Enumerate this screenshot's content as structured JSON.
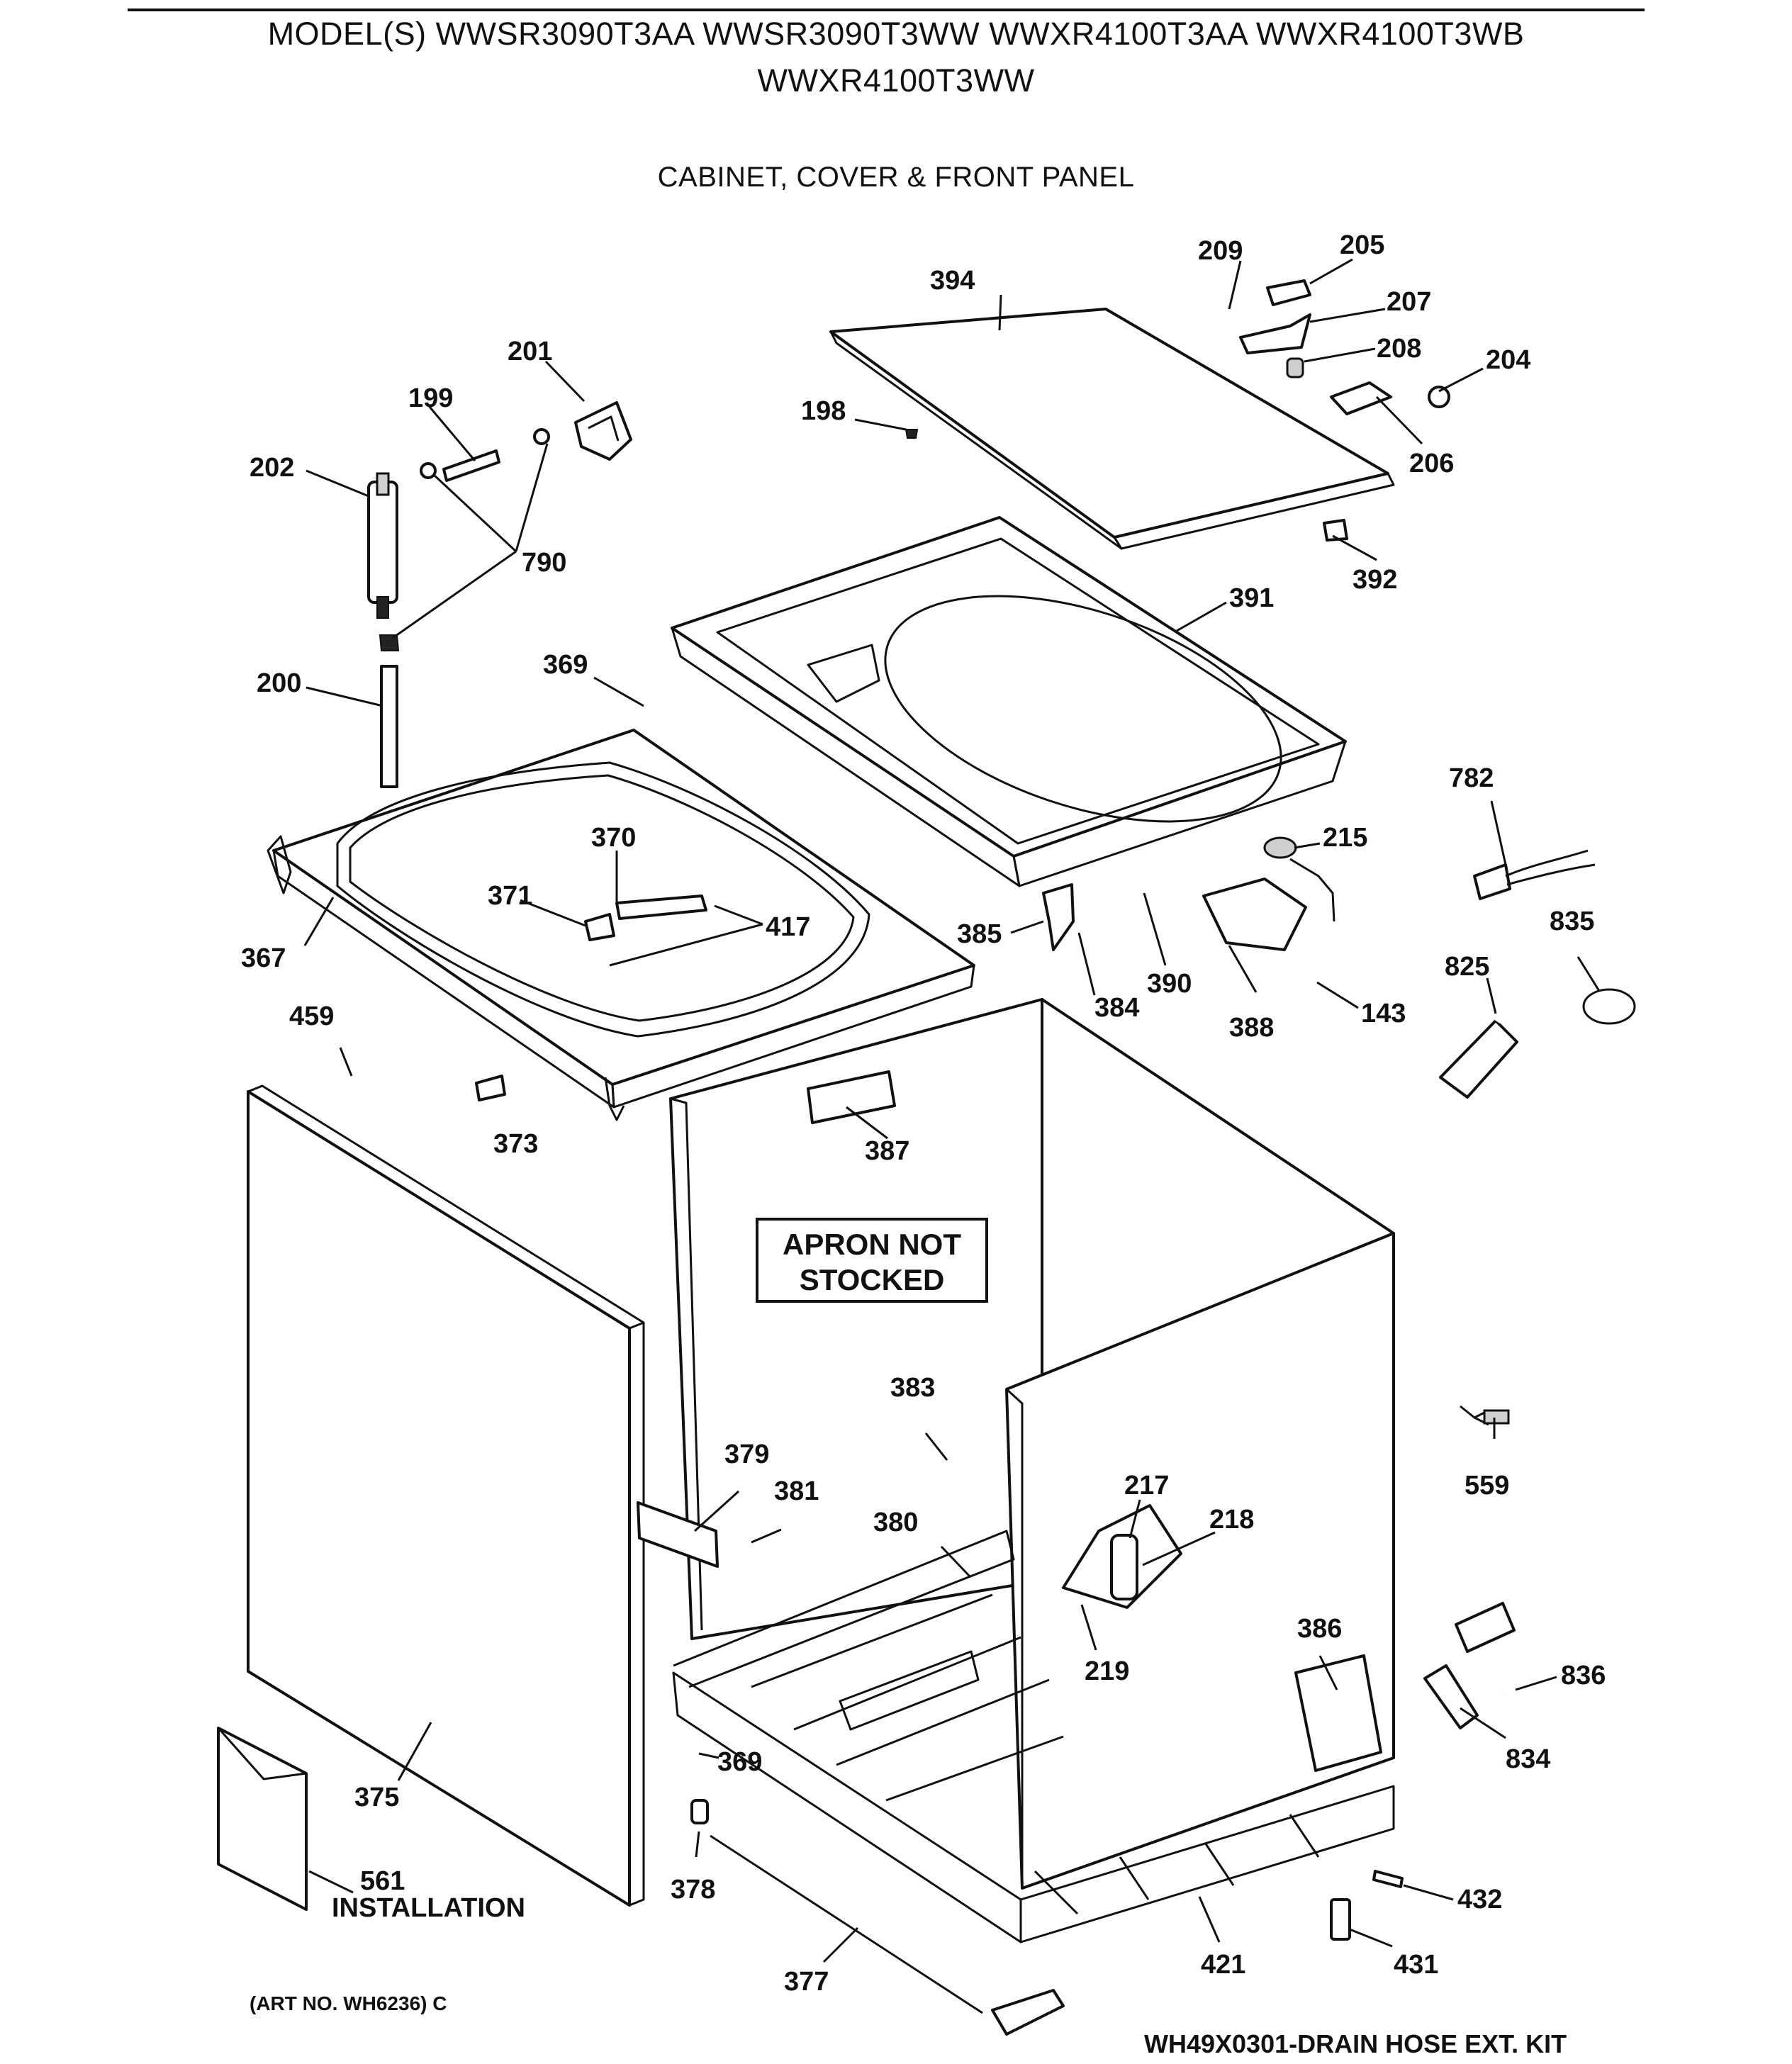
{
  "header": {
    "models_line1": "MODEL(S) WWSR3090T3AA  WWSR3090T3WW  WWXR4100T3AA  WWXR4100T3WB",
    "models_line2": "WWXR4100T3WW",
    "section_title": "CABINET, COVER & FRONT PANEL"
  },
  "callouts": [
    "209",
    "205",
    "394",
    "207",
    "208",
    "204",
    "201",
    "199",
    "198",
    "206",
    "202",
    "790",
    "392",
    "391",
    "200",
    "369",
    "782",
    "215",
    "370",
    "371",
    "417",
    "385",
    "390",
    "835",
    "825",
    "367",
    "384",
    "143",
    "388",
    "459",
    "373",
    "387",
    "383",
    "379",
    "381",
    "559",
    "217",
    "380",
    "218",
    "219",
    "386",
    "836",
    "834",
    "369",
    "375",
    "378",
    "561",
    "432",
    "431",
    "421",
    "377"
  ],
  "notes": {
    "apron_line1": "APRON NOT",
    "apron_line2": "STOCKED",
    "installation": "INSTALLATION",
    "art_no": "(ART NO. WH6236) C",
    "kit": "WH49X0301-DRAIN HOSE EXT. KIT"
  }
}
